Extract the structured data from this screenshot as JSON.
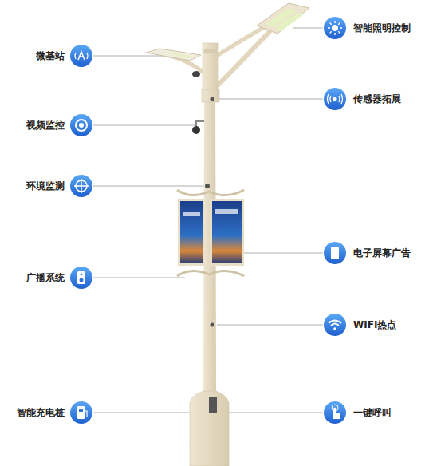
{
  "diagram": {
    "labels": [
      "智能照明控制",
      "微基站",
      "传感器拓展",
      "视频监控",
      "环境监测",
      "电子屏幕广告",
      "广播系统",
      "WIFI热点",
      "智能充电桩",
      "一键呼叫"
    ]
  }
}
